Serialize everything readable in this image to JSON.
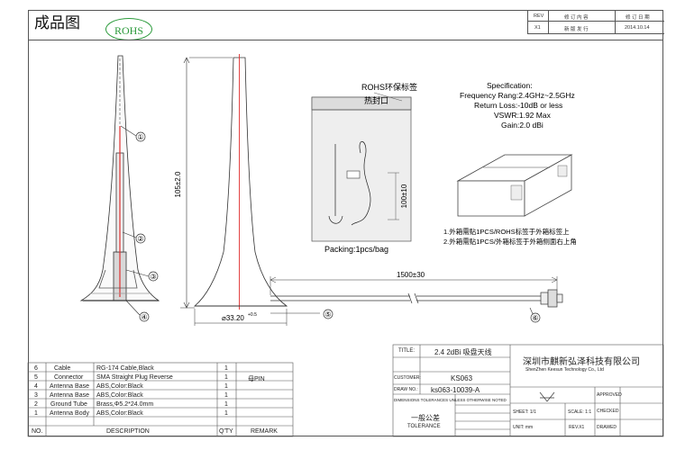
{
  "header": {
    "title_cn": "成品图",
    "rohs_badge": "ROHS"
  },
  "revision_table": {
    "headers": [
      "REV",
      "修 订 内 容",
      "修 订 日 期"
    ],
    "row": [
      "X1",
      "新 版 发 行",
      "2014.10.14"
    ]
  },
  "callouts": [
    "①",
    "②",
    "③",
    "④",
    "⑤",
    "⑥"
  ],
  "dimensions": {
    "height": "105±2.0",
    "base_diameter": "⌀33.20",
    "base_tolerance": "+0.5",
    "cable_length": "1500±30",
    "packing_height": "100±10"
  },
  "packing": {
    "bag_label": "ROHS环保标签",
    "seal_label": "热封口",
    "caption": "Packing:1pcs/bag"
  },
  "specification": {
    "title": "Specification:",
    "frequency": "Frequency Rang:2.4GHz~2.5GHz",
    "return_loss": "Return Loss:-10dB or less",
    "vswr": "VSWR:1.92 Max",
    "gain": "Gain:2.0 dBi"
  },
  "box_notes": [
    "1.外箱需贴1PCS/ROHS标签于外箱标签上",
    "2.外箱需贴1PCS/外箱标签于外箱侧面右上角"
  ],
  "title_block": {
    "title_label": "TITLE:",
    "title_value": "2.4 2dBi 吸盘天线",
    "customer_label": "CUSTOMER:",
    "customer_value": "KS063",
    "drawno_label": "DRAW NO.:",
    "drawno_value": "ks063-10039-A",
    "tolerance_note": "DIMENSIONS TOLERANCES UNLESS OTHERWISE NOTED",
    "tolerance_cn": "一般公差",
    "tolerance_en": "TOLERANCE",
    "company_cn": "深圳市麒新弘泽科技有限公司",
    "company_en": "ShenZhen Keesun Technology Co., Ltd",
    "sheet": "SHEET: 1/1",
    "scale": "SCALE: 1:1",
    "unit": "UNIT: mm",
    "rev": "REV.X1",
    "approved": "APPROVED",
    "checked": "CHECKED",
    "drawed": "DRAWED"
  },
  "bom": {
    "columns": [
      "NO.",
      "DESCRIPTION",
      "Q'TY",
      "REMARK"
    ],
    "rows": [
      {
        "no": "6",
        "name": "Cable",
        "desc": "RG-174 Cable,Black",
        "qty": "1",
        "remark": ""
      },
      {
        "no": "5",
        "name": "Connector",
        "desc": "SMA Straight Plug Reverse",
        "qty": "1",
        "remark": "母PIN"
      },
      {
        "no": "4",
        "name": "Antenna Base",
        "desc": "ABS,Color:Black",
        "qty": "1",
        "remark": ""
      },
      {
        "no": "3",
        "name": "Antenna Base",
        "desc": "ABS,Color:Black",
        "qty": "1",
        "remark": ""
      },
      {
        "no": "2",
        "name": "Ground Tube",
        "desc": "Brass,Φ5.2*24.0mm",
        "qty": "1",
        "remark": ""
      },
      {
        "no": "1",
        "name": "Antenna Body",
        "desc": "ABS,Color:Black",
        "qty": "1",
        "remark": ""
      }
    ]
  },
  "colors": {
    "outline": "#333333",
    "rohs_green": "#2a9a3a",
    "center_line": "#e03030",
    "bag_fill": "#eeeeee"
  }
}
